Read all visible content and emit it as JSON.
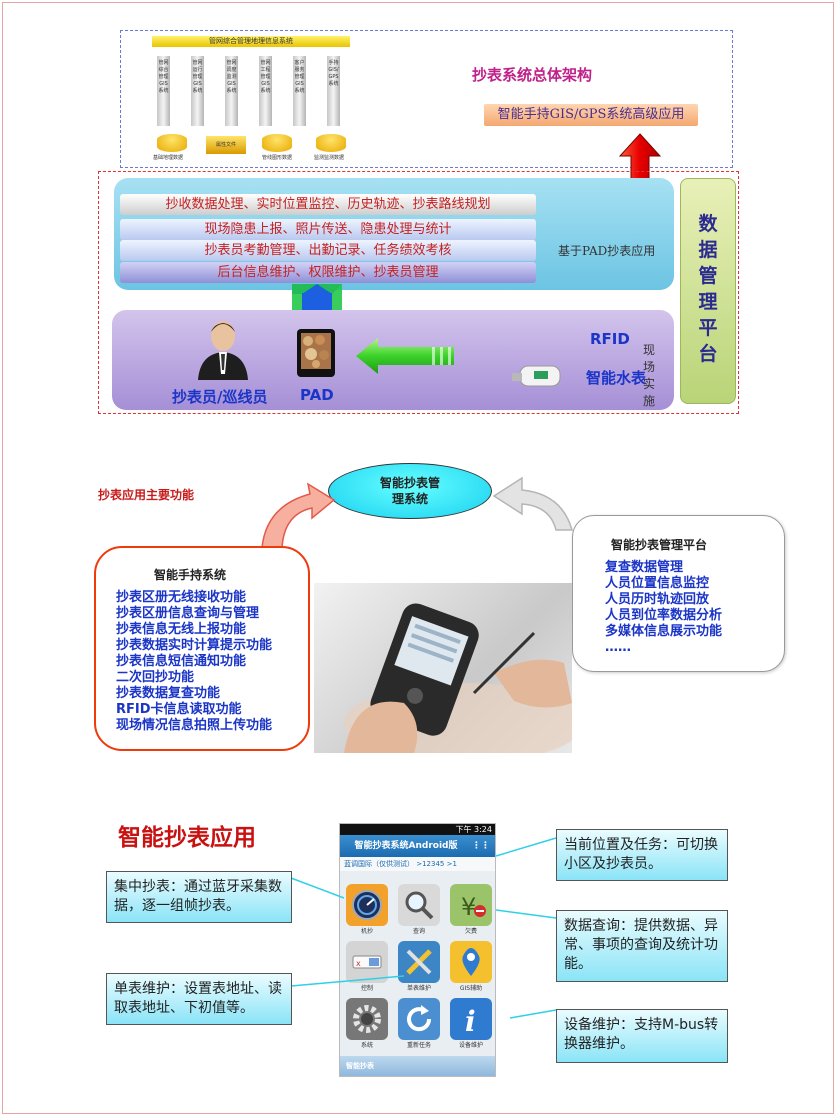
{
  "architecture": {
    "system_header": "管网综合管理地理信息系统",
    "pillars": [
      "管网综合管理GIS系统",
      "管网运行管理GIS系统",
      "管网调度监测GIS系统",
      "管网工程管理GIS系统",
      "客户服务管理GIS系统",
      "手持GIS/GPS系统"
    ],
    "databases": [
      "基础地理数据",
      "属性文件",
      "管线图形数据",
      "监测监测数据"
    ],
    "title": "抄表系统总体架构",
    "gis_app": "智能手持GIS/GPS系统高级应用",
    "functions": [
      "抄收数据处理、实时位置监控、历史轨迹、抄表路线规划",
      "现场隐患上报、照片传送、隐患处理与统计",
      "抄表员考勤管理、出勤记录、任务绩效考核",
      "后台信息维护、权限维护、抄表员管理"
    ],
    "pad_app_label": "基于PAD抄表应用",
    "platform_label": "数据管理平台",
    "field_label": "现场实施",
    "person_label": "抄表员/巡线员",
    "pad_label": "PAD",
    "rfid_label": "RFID",
    "meter_label": "智能水表"
  },
  "functions_section": {
    "title": "抄表应用主要功能",
    "center_system": "智能抄表管理系统",
    "handset_title": "智能手持系统",
    "handset_features": [
      "抄表区册无线接收功能",
      "抄表区册信息查询与管理",
      "抄表信息无线上报功能",
      "抄表数据实时计算提示功能",
      "抄表信息短信通知功能",
      "二次回抄功能",
      "抄表数据复查功能",
      "RFID卡信息读取功能",
      "现场情况信息拍照上传功能"
    ],
    "platform_title": "智能抄表管理平台",
    "platform_features": [
      "复查数据管理",
      "人员位置信息监控",
      "人员历时轨迹回放",
      "人员到位率数据分析",
      "多媒体信息展示功能",
      "……"
    ]
  },
  "app_section": {
    "title": "智能抄表应用",
    "phone": {
      "status_time": "下午 3:24",
      "app_title": "智能抄表系统Android版",
      "breadcrumb": "蓝调国际（仅供测试）  >12345  >1",
      "icons": [
        {
          "label": "机抄",
          "icon": "gauge-icon",
          "color": "#f2a12a"
        },
        {
          "label": "查询",
          "icon": "magnifier-icon",
          "color": "#d9d9d9"
        },
        {
          "label": "欠费",
          "icon": "yen-icon",
          "color": "#9bc46a"
        },
        {
          "label": "控制",
          "icon": "switch-icon",
          "color": "#d4d4d4"
        },
        {
          "label": "单表维护",
          "icon": "tools-icon",
          "color": "#3d86c6"
        },
        {
          "label": "GIS辅助",
          "icon": "map-pin-icon",
          "color": "#f5c02d"
        },
        {
          "label": "系统",
          "icon": "gear-icon",
          "color": "#777777"
        },
        {
          "label": "重新任务",
          "icon": "refresh-icon",
          "color": "#4b8fd0"
        },
        {
          "label": "设备维护",
          "icon": "info-icon",
          "color": "#2f7bd0"
        }
      ],
      "footer": "智能抄表"
    },
    "callouts": [
      "当前位置及任务：可切换小区及抄表员。",
      "集中抄表：通过蓝牙采集数据，逐一组帧抄表。",
      "数据查询：提供数据、异常、事项的查询及统计功能。",
      "单表维护：设置表地址、读取表地址、下初值等。",
      "设备维护：支持M-bus转换器维护。"
    ]
  }
}
